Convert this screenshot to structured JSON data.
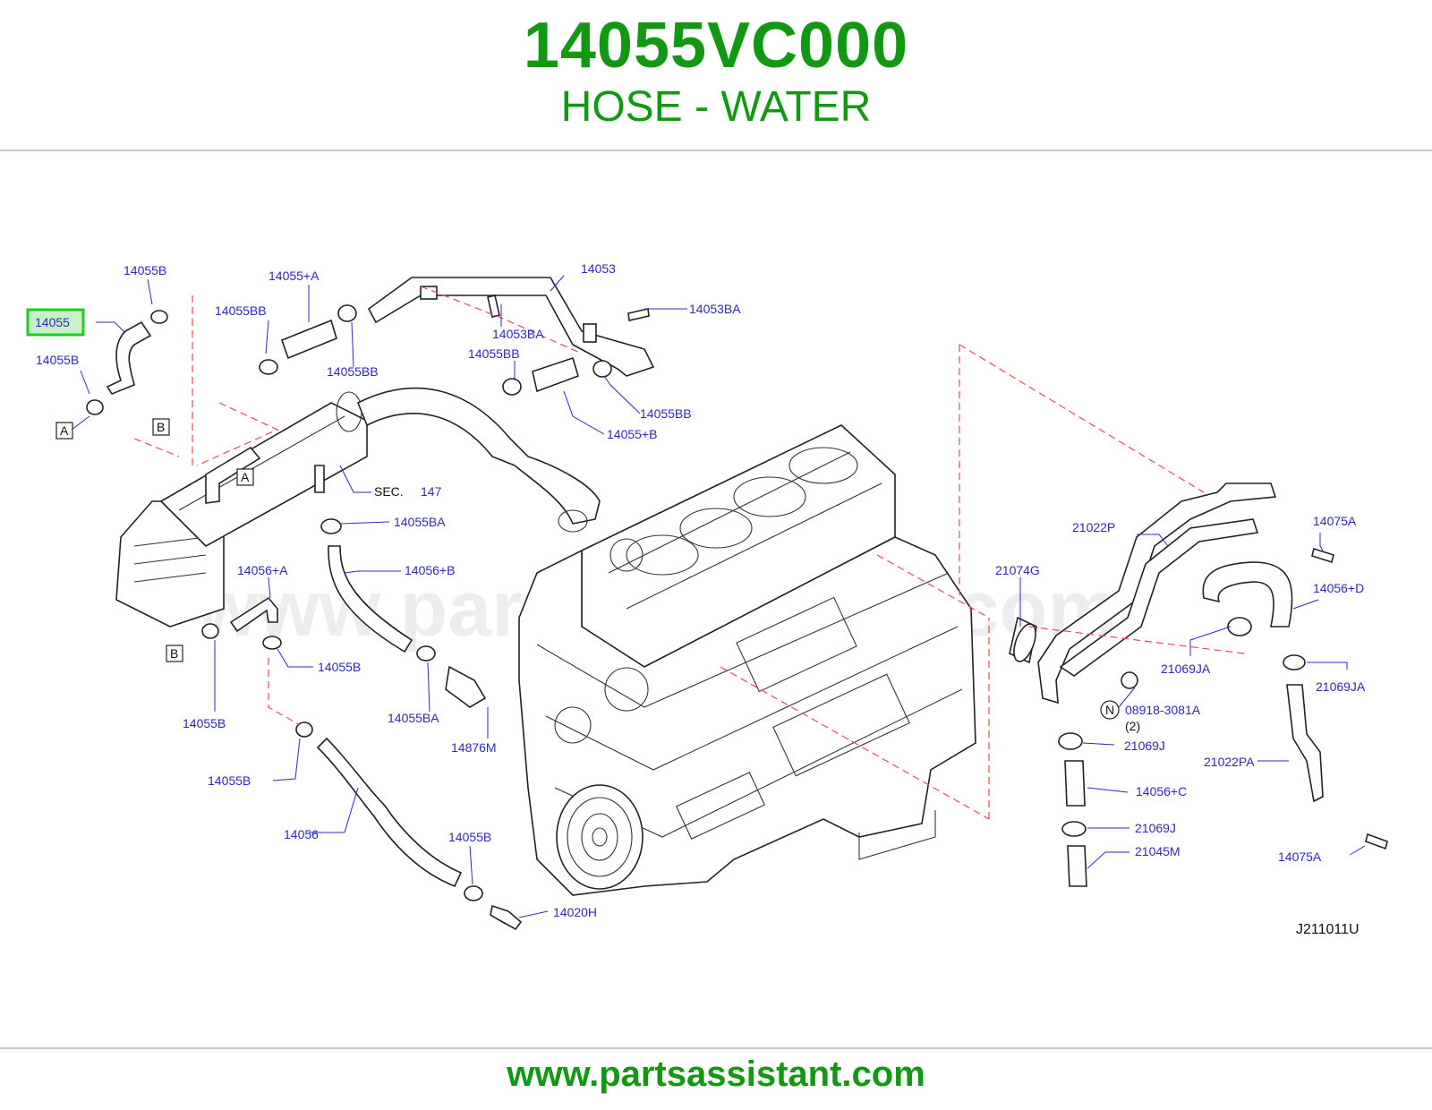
{
  "header": {
    "part_number": "14055VC000",
    "part_name": "HOSE - WATER"
  },
  "footer": {
    "url": "www.partsassistant.com"
  },
  "watermark": "www.partsassistant.com",
  "diagram_code": "J211011U",
  "highlight_color": "#22cc22",
  "brand_color": "#129812",
  "labels": {
    "l14055": "14055",
    "l14055B_top": "14055B",
    "l14055B_left": "14055B",
    "l14055plusA": "14055+A",
    "l14055BB_1": "14055BB",
    "l14055BB_2": "14055BB",
    "l14053": "14053",
    "l14053BA_1": "14053BA",
    "l14053BA_2": "14053BA",
    "l14055BB_3": "14055BB",
    "l14055BB_4": "14055BB",
    "l14055plusB": "14055+B",
    "sec": "SEC.",
    "sec_no": "147",
    "l14055BA_1": "14055BA",
    "l14056plusA": "14056+A",
    "l14056plusB": "14056+B",
    "l14055B_mid": "14055B",
    "l14055B_low": "14055B",
    "l14055BA_2": "14055BA",
    "l14876M": "14876M",
    "l14055B_bot": "14055B",
    "l14056": "14056",
    "l14055B_end": "14055B",
    "l14020H": "14020H",
    "l21022P": "21022P",
    "l14075A_1": "14075A",
    "l21074G": "21074G",
    "l14056plusD": "14056+D",
    "l21069JA_1": "21069JA",
    "l21069JA_2": "21069JA",
    "l08918": "08918-3081A",
    "l08918_qty": "(2)",
    "l21069J_1": "21069J",
    "l21022PA": "21022PA",
    "l14056plusC": "14056+C",
    "l21069J_2": "21069J",
    "l21045M": "21045M",
    "l14075A_2": "14075A",
    "box_A1": "A",
    "box_B1": "B",
    "box_A2": "A",
    "box_B2": "B",
    "box_N": "N"
  }
}
